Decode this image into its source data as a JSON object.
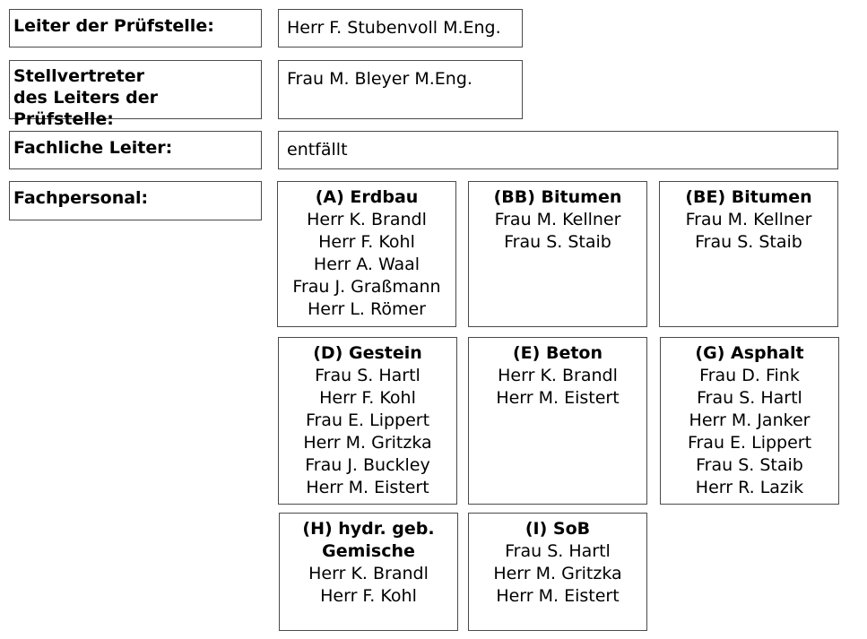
{
  "rows": {
    "leiter": {
      "label": "Leiter der Prüfstelle:",
      "value": "Herr F. Stubenvoll M.Eng."
    },
    "stellvertreter": {
      "label_line1": "Stellvertreter",
      "label_line2": "des Leiters der Prüfstelle:",
      "value": "Frau M. Bleyer M.Eng."
    },
    "fachliche": {
      "label": "Fachliche Leiter:",
      "value": "entfällt"
    },
    "fachpersonal": {
      "label": "Fachpersonal:"
    }
  },
  "groups": [
    {
      "title": [
        "(A) Erdbau"
      ],
      "people": [
        "Herr K. Brandl",
        "Herr F. Kohl",
        "Herr A. Waal",
        "Frau J. Graßmann",
        "Herr L. Römer"
      ]
    },
    {
      "title": [
        "(BB) Bitumen"
      ],
      "people": [
        "Frau M. Kellner",
        "Frau S. Staib"
      ]
    },
    {
      "title": [
        "(BE) Bitumen"
      ],
      "people": [
        "Frau M. Kellner",
        "Frau S. Staib"
      ]
    },
    {
      "title": [
        "(D) Gestein"
      ],
      "people": [
        "Frau S. Hartl",
        "Herr F. Kohl",
        "Frau E. Lippert",
        "Herr M. Gritzka",
        "Frau J. Buckley",
        "Herr M. Eistert"
      ]
    },
    {
      "title": [
        "(E) Beton"
      ],
      "people": [
        "Herr K. Brandl",
        "Herr M. Eistert"
      ]
    },
    {
      "title": [
        "(G) Asphalt"
      ],
      "people": [
        "Frau D. Fink",
        "Frau S. Hartl",
        "Herr M. Janker",
        "Frau E. Lippert",
        "Frau S. Staib",
        "Herr R. Lazik"
      ]
    },
    {
      "title": [
        "(H) hydr. geb.",
        "Gemische"
      ],
      "people": [
        "Herr K. Brandl",
        "Herr F. Kohl"
      ]
    },
    {
      "title": [
        "(I) SoB"
      ],
      "people": [
        "Frau S. Hartl",
        "Herr M. Gritzka",
        "Herr M. Eistert"
      ]
    }
  ]
}
